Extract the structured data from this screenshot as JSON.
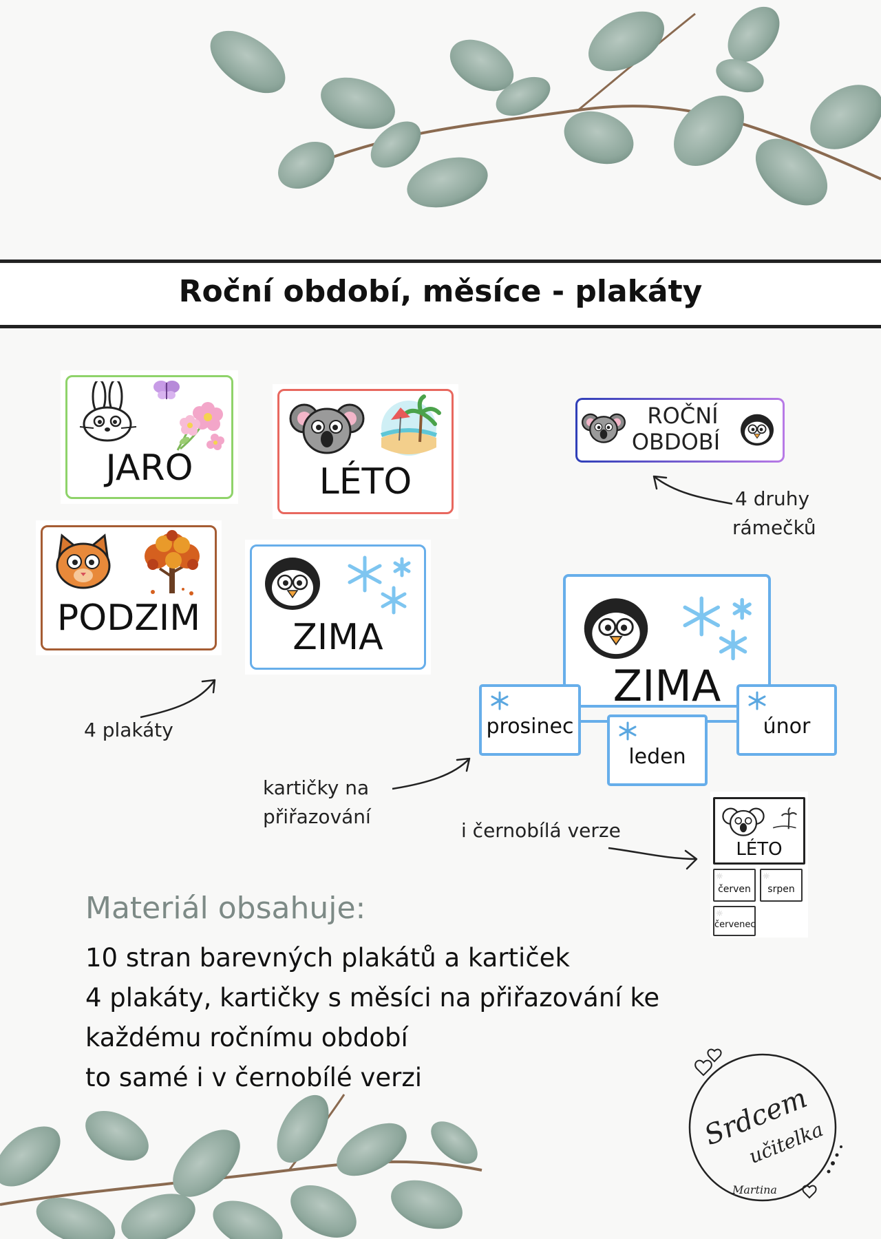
{
  "header": {
    "title": "Roční období, měsíce - plakáty"
  },
  "posters": [
    {
      "label": "JARO",
      "frame_color": "#8fd36a"
    },
    {
      "label": "LÉTO",
      "frame_color": "#e8685f"
    },
    {
      "label": "PODZIM",
      "frame_color": "#a55c33"
    },
    {
      "label": "ZIMA",
      "frame_color": "#67aeea"
    }
  ],
  "frame_sample": {
    "line1": "ROČNÍ",
    "line2": "OBDOBÍ",
    "gradient": [
      "#2f3fb8",
      "#b87ae6"
    ]
  },
  "zima_demo": {
    "title": "ZIMA",
    "months": [
      "prosinec",
      "leden",
      "únor"
    ],
    "accent": "#67aeea"
  },
  "bw_version": {
    "title": "LÉTO",
    "months": [
      "červen",
      "srpen",
      "červenec"
    ]
  },
  "notes": {
    "frames": [
      "4 druhy",
      "rámečků"
    ],
    "posters": "4 plakáty",
    "cards": [
      "kartičky na",
      "přiřazování"
    ],
    "bw": "i černobílá verze"
  },
  "material": {
    "heading": "Materiál obsahuje:",
    "lines": [
      "10 stran barevných plakátů a kartiček",
      "4 plakáty, kartičky s měsíci na přiřazování ke",
      "každému ročnímu období",
      "to samé i v černobílé verzi"
    ]
  },
  "logo": {
    "line1": "Srdcem",
    "line2": "učitelka",
    "signature": "Martina"
  },
  "icons": {
    "bunny": "bunny-icon",
    "butterfly": "butterfly-icon",
    "flowers": "flowers-icon",
    "koala": "koala-icon",
    "beach": "beach-icon",
    "cat": "cat-icon",
    "tree": "autumn-tree-icon",
    "penguin": "penguin-icon",
    "snowflake": "snowflake-icon",
    "arrow": "arrow-icon",
    "leaf": "eucalyptus-icon"
  },
  "colors": {
    "leaf": "#8ea79c",
    "leaf_dark": "#6f8a7f",
    "stem": "#8a6a50",
    "heading_grey": "#7d8a86"
  }
}
